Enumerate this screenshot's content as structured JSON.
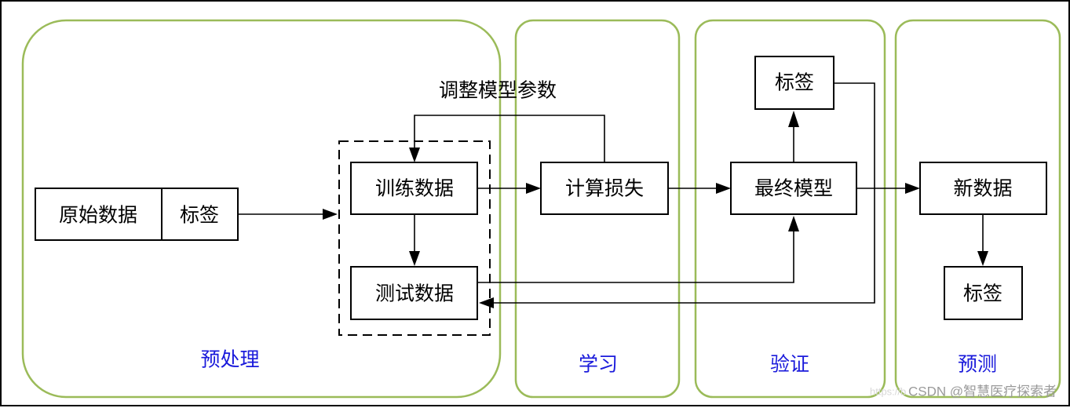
{
  "stages": {
    "preprocess": "预处理",
    "learn": "学习",
    "validate": "验证",
    "predict": "预测"
  },
  "nodes": {
    "raw_data": "原始数据",
    "raw_label": "标签",
    "train_data": "训练数据",
    "test_data": "测试数据",
    "compute_loss": "计算损失",
    "final_model": "最终模型",
    "model_label": "标签",
    "new_data": "新数据",
    "predict_label": "标签"
  },
  "edge_labels": {
    "adjust_params": "调整模型参数"
  },
  "colors": {
    "stage_border": "#9bbb59",
    "stage_label": "#1a1adb"
  },
  "watermark": {
    "faint": "https://b",
    "text": "CSDN @智慧医疗探索者"
  }
}
